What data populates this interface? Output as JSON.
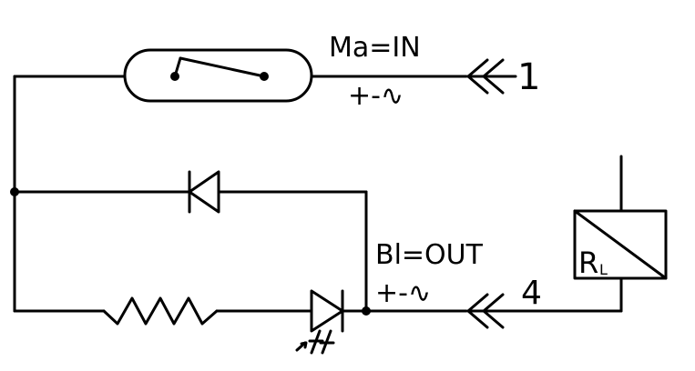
{
  "labels": {
    "input_name": "Ma=IN",
    "input_type": "+-∿",
    "input_pin": "1",
    "output_name": "Bl=OUT",
    "output_type": "+-∿",
    "output_pin": "4",
    "load_main": "R",
    "load_sub": "L"
  },
  "colors": {
    "ink": "#000000",
    "background": "#ffffff"
  }
}
